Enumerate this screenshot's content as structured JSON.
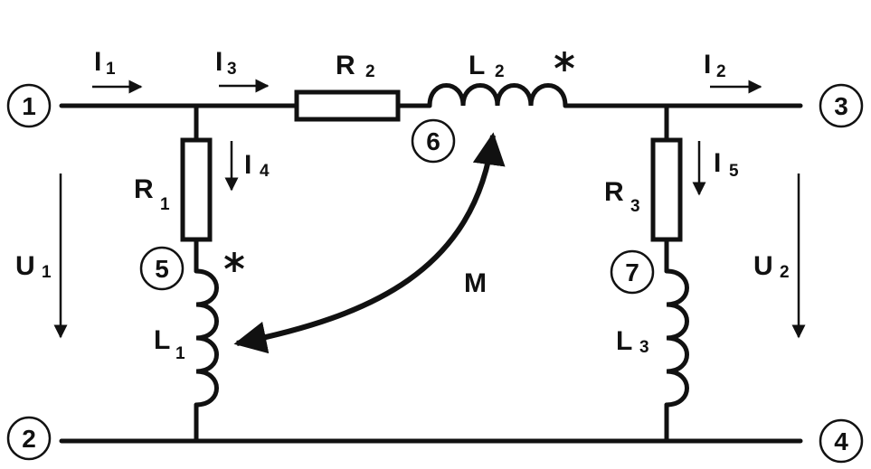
{
  "nodes": [
    "1",
    "2",
    "3",
    "4",
    "5",
    "6",
    "7"
  ],
  "components": {
    "R2": {
      "letter": "R",
      "sub": "2"
    },
    "L2": {
      "letter": "L",
      "sub": "2"
    },
    "R1": {
      "letter": "R",
      "sub": "1"
    },
    "L1": {
      "letter": "L",
      "sub": "1"
    },
    "R3": {
      "letter": "R",
      "sub": "3"
    },
    "L3": {
      "letter": "L",
      "sub": "3"
    }
  },
  "currents": {
    "I1": {
      "letter": "I",
      "sub": "1"
    },
    "I2": {
      "letter": "I",
      "sub": "2"
    },
    "I3": {
      "letter": "I",
      "sub": "3"
    },
    "I4": {
      "letter": "I",
      "sub": "4"
    },
    "I5": {
      "letter": "I",
      "sub": "5"
    }
  },
  "voltages": {
    "U1": {
      "letter": "U",
      "sub": "1"
    },
    "U2": {
      "letter": "U",
      "sub": "2"
    }
  },
  "mutual": "M"
}
